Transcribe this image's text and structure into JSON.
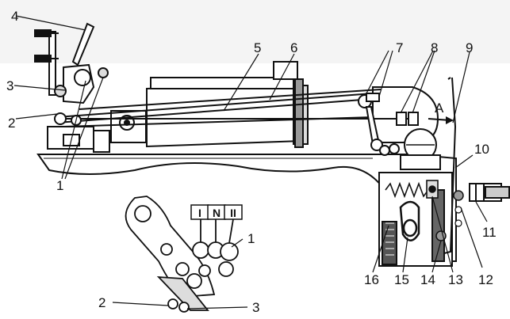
{
  "diagram": {
    "callouts": [
      "1",
      "2",
      "3",
      "4",
      "5",
      "6",
      "7",
      "8",
      "9",
      "10",
      "11",
      "12",
      "13",
      "14",
      "15",
      "16"
    ],
    "inset_callouts": [
      "1",
      "2",
      "3"
    ],
    "arrow_label": "A",
    "gear_positions": [
      "I",
      "N",
      "II"
    ]
  }
}
